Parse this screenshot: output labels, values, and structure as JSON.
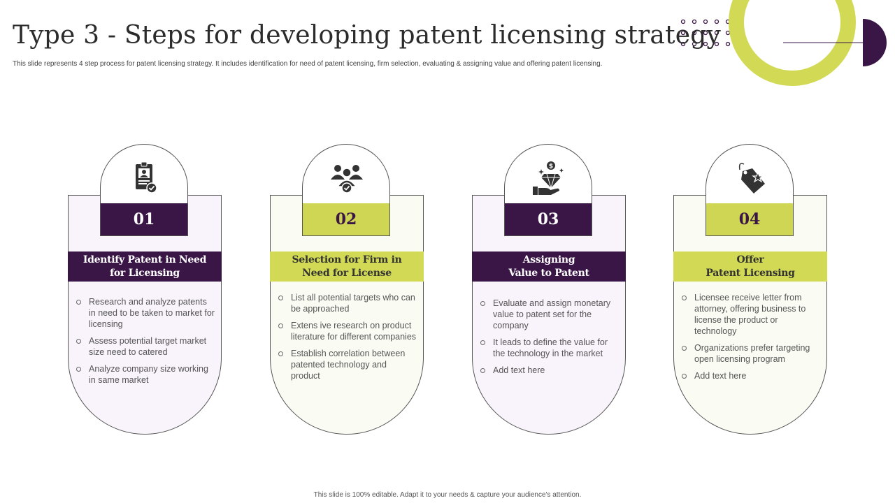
{
  "title": "Type 3 - Steps for developing patent licensing strategy",
  "subtitle": "This slide represents 4 step process for patent licensing strategy. It includes identification for need of patent licensing, firm selection, evaluating & assigning value and offering patent licensing.",
  "footer": "This slide is 100% editable. Adapt it to your needs & capture your audience's attention.",
  "colors": {
    "purple": "#3a1646",
    "lime": "#ced653",
    "purple_tint": "#f9f3fb",
    "lime_tint": "#fafbf3"
  },
  "steps": [
    {
      "number": "01",
      "icon": "id-badge-check-icon",
      "heading_line1": "Identify Patent in Need",
      "heading_line2": "for Licensing",
      "bullets": [
        "Research and analyze patents in need to be taken to market for licensing",
        "Assess potential target market size need to catered",
        "Analyze company size working in same market"
      ]
    },
    {
      "number": "02",
      "icon": "group-check-icon",
      "heading_line1": "Selection for Firm in",
      "heading_line2": "Need for License",
      "bullets": [
        "List all potential targets who can be approached",
        "Extens ive research on product literature for different companies",
        "Establish correlation between patented technology and product"
      ]
    },
    {
      "number": "03",
      "icon": "hand-diamond-dollar-icon",
      "heading_line1": "Assigning",
      "heading_line2": "Value to Patent",
      "bullets": [
        "Evaluate and assign monetary value to patent set for the company",
        "It leads to define the value for the technology in the market",
        "Add text here"
      ]
    },
    {
      "number": "04",
      "icon": "price-tag-star-icon",
      "heading_line1": "Offer",
      "heading_line2": "Patent Licensing",
      "bullets": [
        "Licensee receive letter from attorney, offering business to license the product or technology",
        "Organizations prefer targeting open licensing program",
        "Add text here"
      ]
    }
  ]
}
